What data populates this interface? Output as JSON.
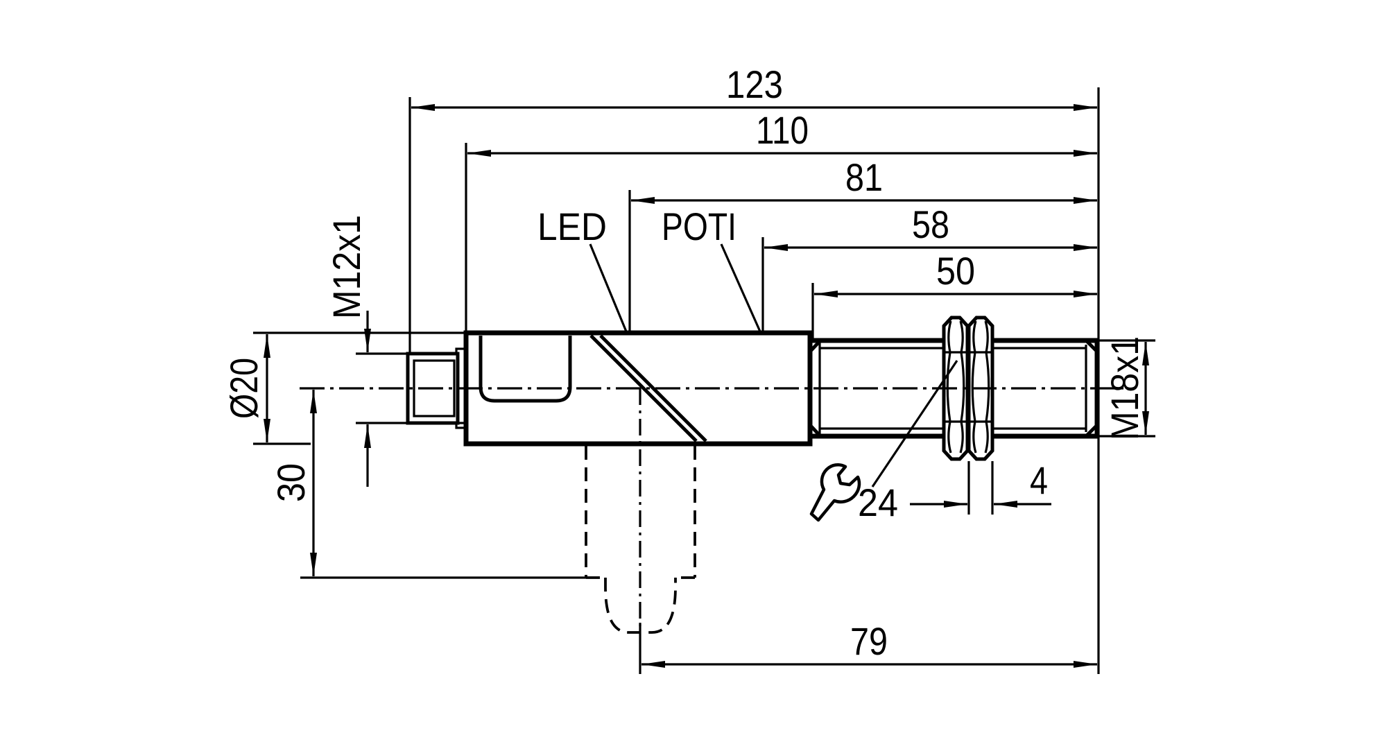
{
  "colors": {
    "background": "#ffffff",
    "line": "#000000"
  },
  "dims": {
    "overall_length": "123",
    "housing_to_tip_length": "110",
    "led_to_tip_length": "81",
    "poti_to_tip_length": "58",
    "thread_length": "50",
    "axis_to_tip_length": "79",
    "axis_to_plug_depth": "30",
    "nut_thickness": "4",
    "wrench_size": "24",
    "housing_diameter": "Ø20",
    "connector_thread": "M12x1",
    "mounting_thread": "M18x1"
  },
  "labels": {
    "led": "LED",
    "poti": "POTI"
  },
  "icons": {
    "wrench": "open-end-wrench"
  }
}
